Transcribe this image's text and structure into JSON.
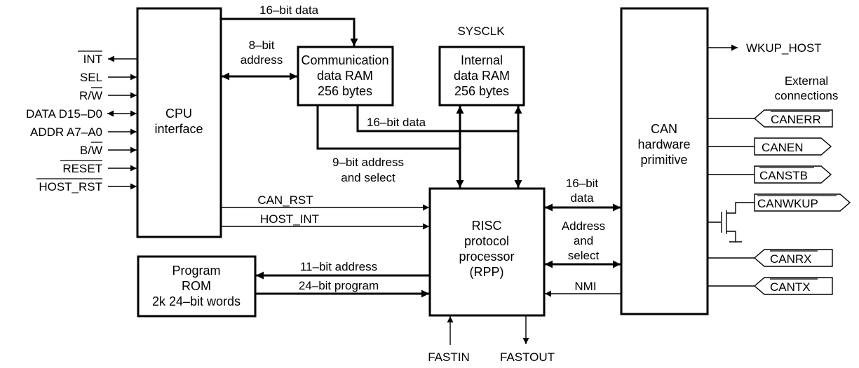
{
  "blocks": {
    "cpu": [
      "CPU",
      "interface"
    ],
    "comm_ram": [
      "Communication",
      "data RAM",
      "256 bytes"
    ],
    "int_ram": [
      "Internal",
      "data RAM",
      "256 bytes"
    ],
    "rom": [
      "Program",
      "ROM",
      "2k 24–bit words"
    ],
    "rpp": [
      "RISC",
      "protocol",
      "processor",
      "(RPP)"
    ],
    "can": [
      "CAN",
      "hardware",
      "primitive"
    ]
  },
  "cpu_signals": [
    {
      "label": "INT",
      "overline": "INT",
      "dir": "out"
    },
    {
      "label": "SEL",
      "overline": "",
      "dir": "in"
    },
    {
      "label": "R/W",
      "overline": "W",
      "dir": "in"
    },
    {
      "label": "DATA D15–D0",
      "overline": "",
      "dir": "both"
    },
    {
      "label": "ADDR A7–A0",
      "overline": "",
      "dir": "in"
    },
    {
      "label": "B/W",
      "overline": "W",
      "dir": "in"
    },
    {
      "label": "RESET",
      "overline": "RESET",
      "dir": "in"
    },
    {
      "label": "HOST_RST",
      "overline": "HOST_RST",
      "dir": "in"
    }
  ],
  "buses": {
    "cpu_comm_data": "16–bit data",
    "cpu_comm_addr": [
      "8–bit",
      "address"
    ],
    "sysclk": "SYSCLK",
    "ram_data": "16–bit data",
    "ram_addr": [
      "9–bit address",
      "and select"
    ],
    "can_rst": "CAN_RST",
    "host_int": "HOST_INT",
    "rom_addr": "11–bit address",
    "rom_prog": "24–bit program",
    "rpp_can_data": [
      "16–bit",
      "data"
    ],
    "rpp_can_addr": [
      "Address",
      "and",
      "select"
    ],
    "nmi": "NMI",
    "fastin": "FASTIN",
    "fastout": "FASTOUT"
  },
  "can_side": {
    "wkup_host": "WKUP_HOST",
    "external": [
      "External",
      "connections"
    ],
    "pins": [
      {
        "label": "CANERR",
        "overline": true,
        "dir": "in"
      },
      {
        "label": "CANEN",
        "overline": false,
        "dir": "out"
      },
      {
        "label": "CANSTB",
        "overline": true,
        "dir": "out"
      },
      {
        "label": "CANWKUP",
        "overline": true,
        "dir": "out"
      },
      {
        "label": "CANRX",
        "overline": true,
        "dir": "in"
      },
      {
        "label": "CANTX",
        "overline": true,
        "dir": "in"
      }
    ]
  }
}
